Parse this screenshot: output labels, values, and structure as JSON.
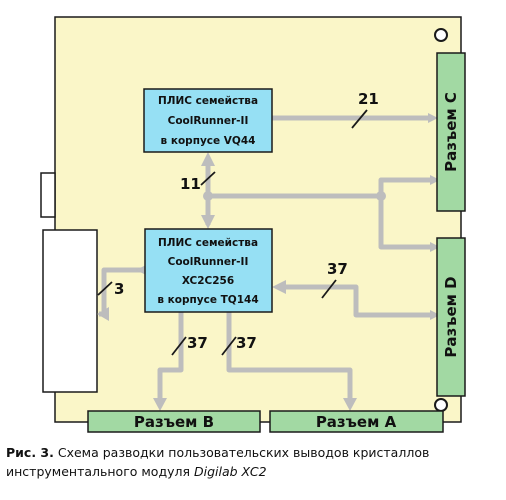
{
  "diagram": {
    "colors": {
      "board": "#FAF6C8",
      "chip": "#96E0F4",
      "connector": "#A2D9A3",
      "bus": "#BDBDBD",
      "outline": "#1a1a1a"
    },
    "chip_top": {
      "line1": "ПЛИС семейства",
      "line2": "CoolRunner-II",
      "line3": "в корпусе VQ44"
    },
    "chip_bottom": {
      "line1": "ПЛИС семейства",
      "line2": "CoolRunner-II",
      "line3": "XC2C256",
      "line4": "в корпусе TQ144"
    },
    "connectors": {
      "c": "Разъем C",
      "d": "Разъем D",
      "b": "Разъем B",
      "a": "Разъем A"
    },
    "bus_labels": {
      "top_right": "21",
      "vertical": "11",
      "loop": "3",
      "right": "37",
      "down_left": "37",
      "down_right": "37"
    }
  },
  "caption": {
    "label": "Рис. 3.",
    "text_main": " Схема разводки пользовательских выводов кристаллов инструментального модуля ",
    "text_italic": "Digilab XC2"
  }
}
